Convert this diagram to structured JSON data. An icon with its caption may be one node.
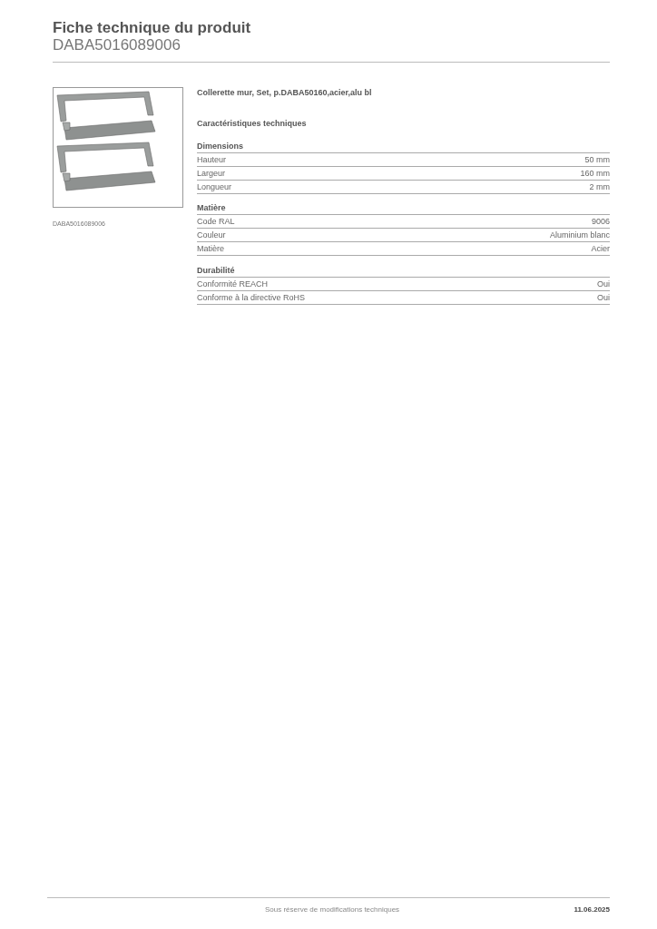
{
  "diagram": {
    "title": "Fiche technique du produit",
    "labels": [
      "DABA5016089006",
      "DABA5016089006",
      "Collerette mur, Set, p.DABA50160,acier,alu bl",
      "Caractéristiques techniques",
      "Dimensions",
      "Hauteur",
      "50 mm",
      "Largeur",
      "160 mm",
      "Longueur",
      "2 mm",
      "Matière",
      "Code RAL",
      "9006",
      "Couleur",
      "Aluminium blanc",
      "Matière",
      "Acier",
      "Durabilité",
      "Conformité REACH",
      "Oui",
      "Conforme à la directive RoHS",
      "Oui",
      "Sous réserve de modifications techniques",
      "11.06.2025"
    ]
  }
}
